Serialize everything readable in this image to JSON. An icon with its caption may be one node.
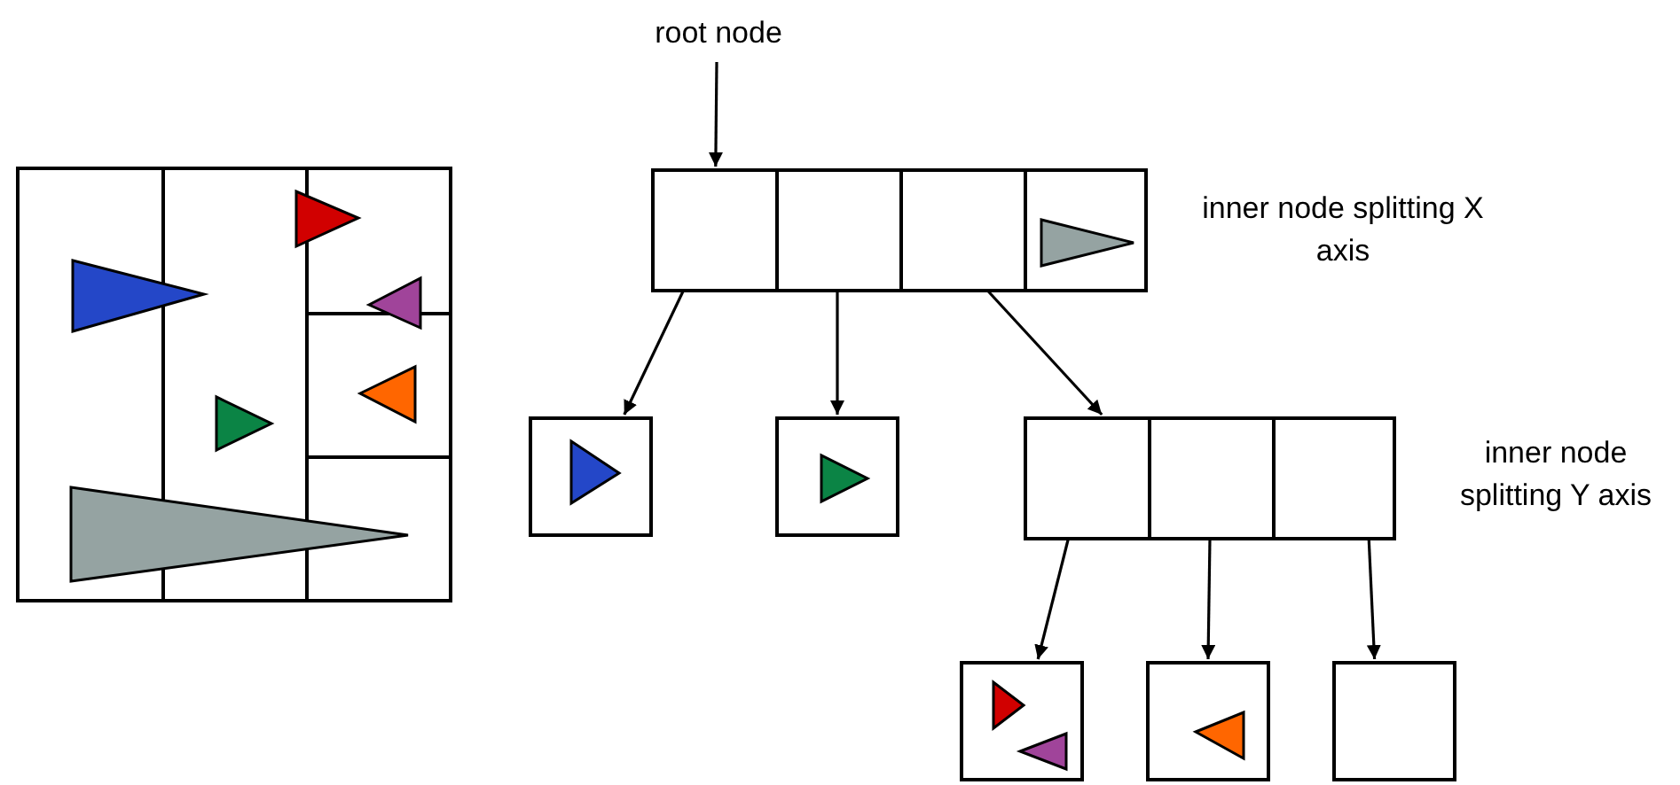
{
  "diagram": {
    "nodes": [
      {
        "text": [
          "root node"
        ]
      },
      {
        "text": [],
        "shape": "box",
        "beside": [
          "inner node splitting X axis"
        ]
      },
      {
        "text": [],
        "shape": "box",
        "in": 1
      },
      {
        "text": [],
        "shape": "box",
        "in": 1
      },
      {
        "text": [],
        "shape": "box",
        "in": 1
      },
      {
        "text": [],
        "shape": "box",
        "in": 1
      },
      {
        "text": [],
        "shape": "box"
      },
      {
        "text": [],
        "shape": "box"
      },
      {
        "text": [],
        "shape": "box",
        "beside": [
          "inner node splitting Y axis"
        ]
      },
      {
        "text": [],
        "shape": "box",
        "in": 8
      },
      {
        "text": [],
        "shape": "box",
        "in": 8
      },
      {
        "text": [],
        "shape": "box",
        "in": 8
      },
      {
        "text": [],
        "shape": "box"
      },
      {
        "text": [],
        "shape": "box"
      },
      {
        "text": [],
        "shape": "box"
      }
    ],
    "edges": [
      {
        "from": 0,
        "to": 2,
        "arrow": "to"
      },
      {
        "from": 2,
        "to": 6,
        "arrow": "to"
      },
      {
        "from": 3,
        "to": 7,
        "arrow": "to"
      },
      {
        "from": 4,
        "to": 8,
        "arrow": "to"
      },
      {
        "from": 9,
        "to": 12,
        "arrow": "to"
      },
      {
        "from": 10,
        "to": 13,
        "arrow": "to"
      },
      {
        "from": 11,
        "to": 14,
        "arrow": "to"
      }
    ]
  }
}
